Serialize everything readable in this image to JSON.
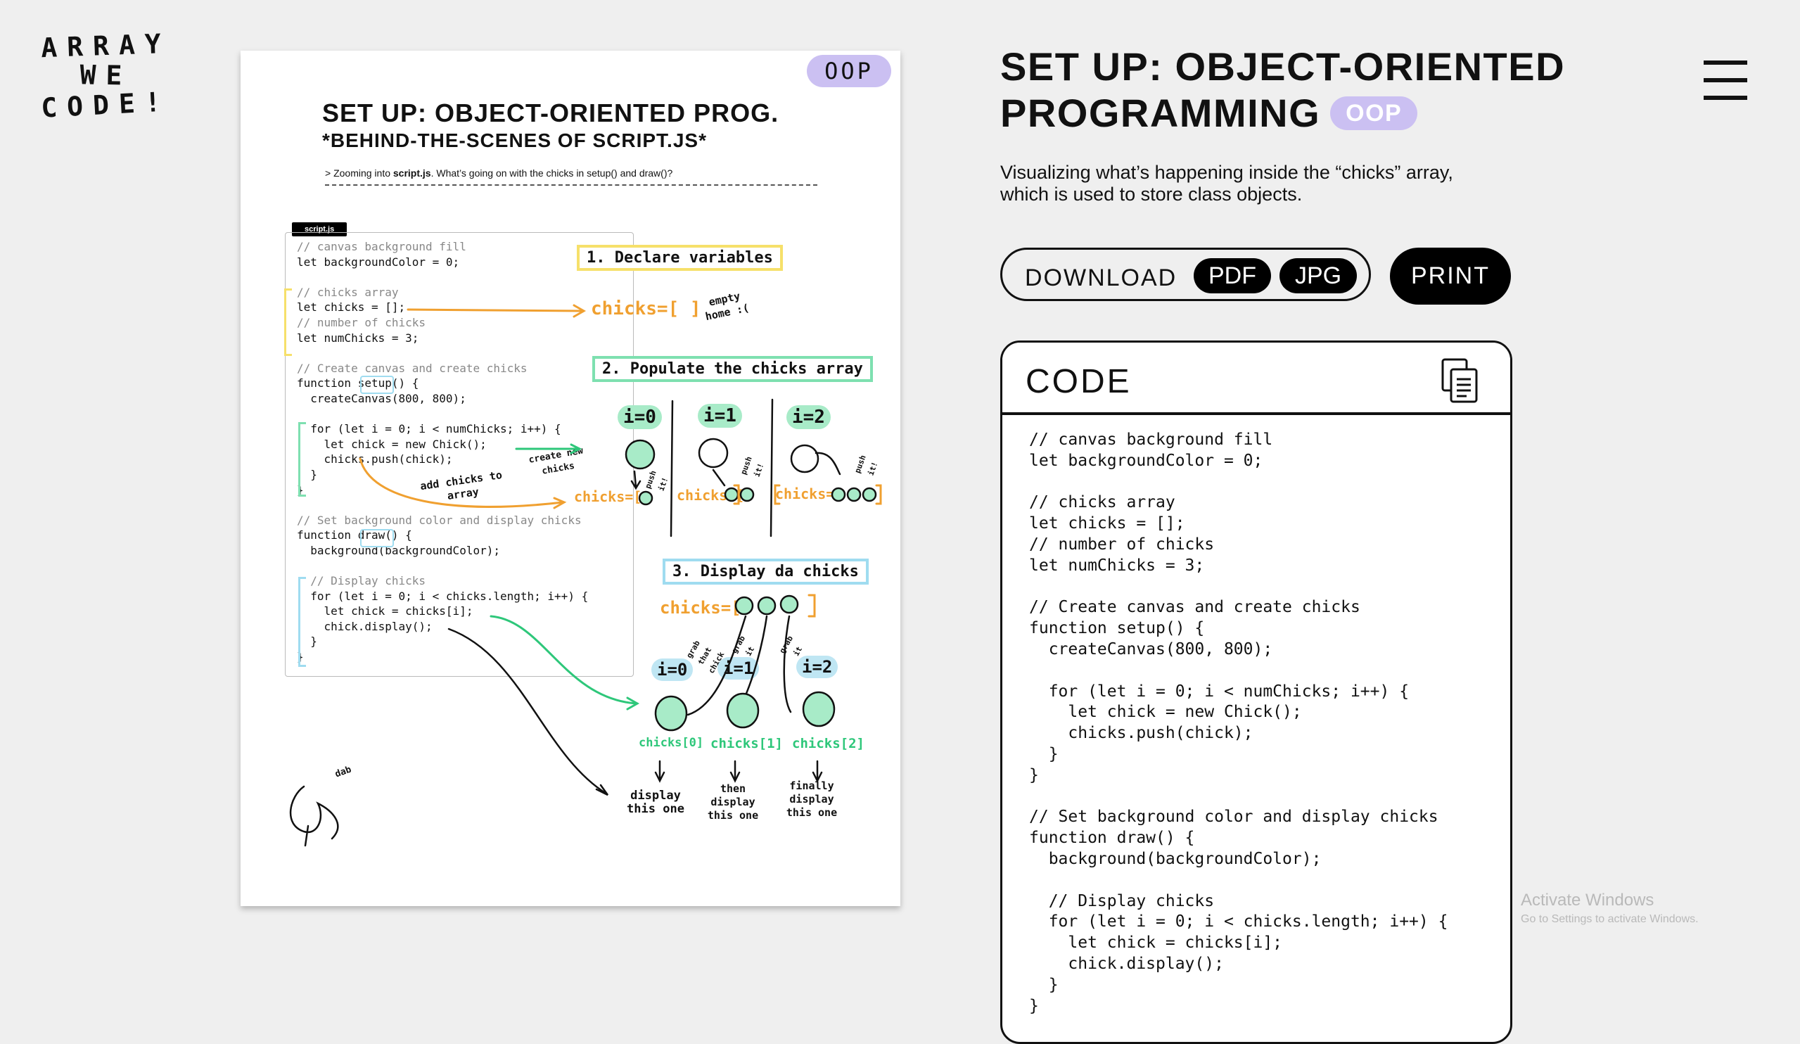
{
  "logo": {
    "line1": "ARRAY",
    "line2": "WE",
    "line3": "CODE!"
  },
  "poster": {
    "tag": "OOP",
    "title": "SET UP: OBJECT-ORIENTED PROG.",
    "subtitle": "*BEHIND-THE-SCENES OF SCRIPT.JS*",
    "description_prefix": "> Zooming into ",
    "description_file": "script.js",
    "description_suffix": ". What’s going on with the chicks in setup() and draw()?",
    "file_label": "script.js",
    "code_lines": [
      {
        "text": "// canvas background fill",
        "comment": true
      },
      {
        "text": "let backgroundColor = 0;",
        "comment": false
      },
      {
        "text": "",
        "comment": false
      },
      {
        "text": "// chicks array",
        "comment": true
      },
      {
        "text": "let chicks = [];",
        "comment": false
      },
      {
        "text": "// number of chicks",
        "comment": true
      },
      {
        "text": "let numChicks = 3;",
        "comment": false
      },
      {
        "text": "",
        "comment": false
      },
      {
        "text": "// Create canvas and create chicks",
        "comment": true
      },
      {
        "text": "function setup() {",
        "comment": false
      },
      {
        "text": "  createCanvas(800, 800);",
        "comment": false
      },
      {
        "text": "",
        "comment": false
      },
      {
        "text": "  for (let i = 0; i < numChicks; i++) {",
        "comment": false
      },
      {
        "text": "    let chick = new Chick();",
        "comment": false
      },
      {
        "text": "    chicks.push(chick);",
        "comment": false
      },
      {
        "text": "  }",
        "comment": false
      },
      {
        "text": "}",
        "comment": false
      },
      {
        "text": "",
        "comment": false
      },
      {
        "text": "// Set background color and display chicks",
        "comment": true
      },
      {
        "text": "function draw() {",
        "comment": false
      },
      {
        "text": "  background(backgroundColor);",
        "comment": false
      },
      {
        "text": "",
        "comment": false
      },
      {
        "text": "  // Display chicks",
        "comment": true
      },
      {
        "text": "  for (let i = 0; i < chicks.length; i++) {",
        "comment": false
      },
      {
        "text": "    let chick = chicks[i];",
        "comment": false
      },
      {
        "text": "    chick.display();",
        "comment": false
      },
      {
        "text": "  }",
        "comment": false
      },
      {
        "text": "}",
        "comment": false
      }
    ],
    "step1": "1. Declare variables",
    "step2": "2. Populate the chicks array",
    "step3": "3. Display da chicks",
    "chicks_empty": "chicks=[ ]",
    "empty_note": "empty home :(",
    "create_note": "create new chicks",
    "add_note": "add chicks to array",
    "i0": "i=0",
    "i1": "i=1",
    "i2": "i=2",
    "chicks_eq": "chicks=[",
    "push_note": "push it!",
    "grab_first": "grab that chick",
    "grab_it": "grab it",
    "ref0": "chicks[0]",
    "ref1": "chicks[1]",
    "ref2": "chicks[2]",
    "disp0": "display this one",
    "disp1": "then display this one",
    "disp2": "finally display this one",
    "signature": "dab"
  },
  "title": {
    "line1": "SET UP: OBJECT-ORIENTED",
    "line2": "PROGRAMMING",
    "badge": "OOP"
  },
  "description": "Visualizing what’s happening inside the “chicks” array, which is used to store class objects.",
  "download": {
    "label": "DOWNLOAD",
    "pdf": "PDF",
    "jpg": "JPG"
  },
  "print": "PRINT",
  "code_panel": {
    "header": "CODE",
    "code": "// canvas background fill\nlet backgroundColor = 0;\n\n// chicks array\nlet chicks = [];\n// number of chicks\nlet numChicks = 3;\n\n// Create canvas and create chicks\nfunction setup() {\n  createCanvas(800, 800);\n\n  for (let i = 0; i < numChicks; i++) {\n    let chick = new Chick();\n    chicks.push(chick);\n  }\n}\n\n// Set background color and display chicks\nfunction draw() {\n  background(backgroundColor);\n\n  // Display chicks\n  for (let i = 0; i < chicks.length; i++) {\n    let chick = chicks[i];\n    chick.display();\n  }\n}"
  },
  "activate": {
    "line1": "Activate Windows",
    "line2": "Go to Settings to activate Windows."
  }
}
